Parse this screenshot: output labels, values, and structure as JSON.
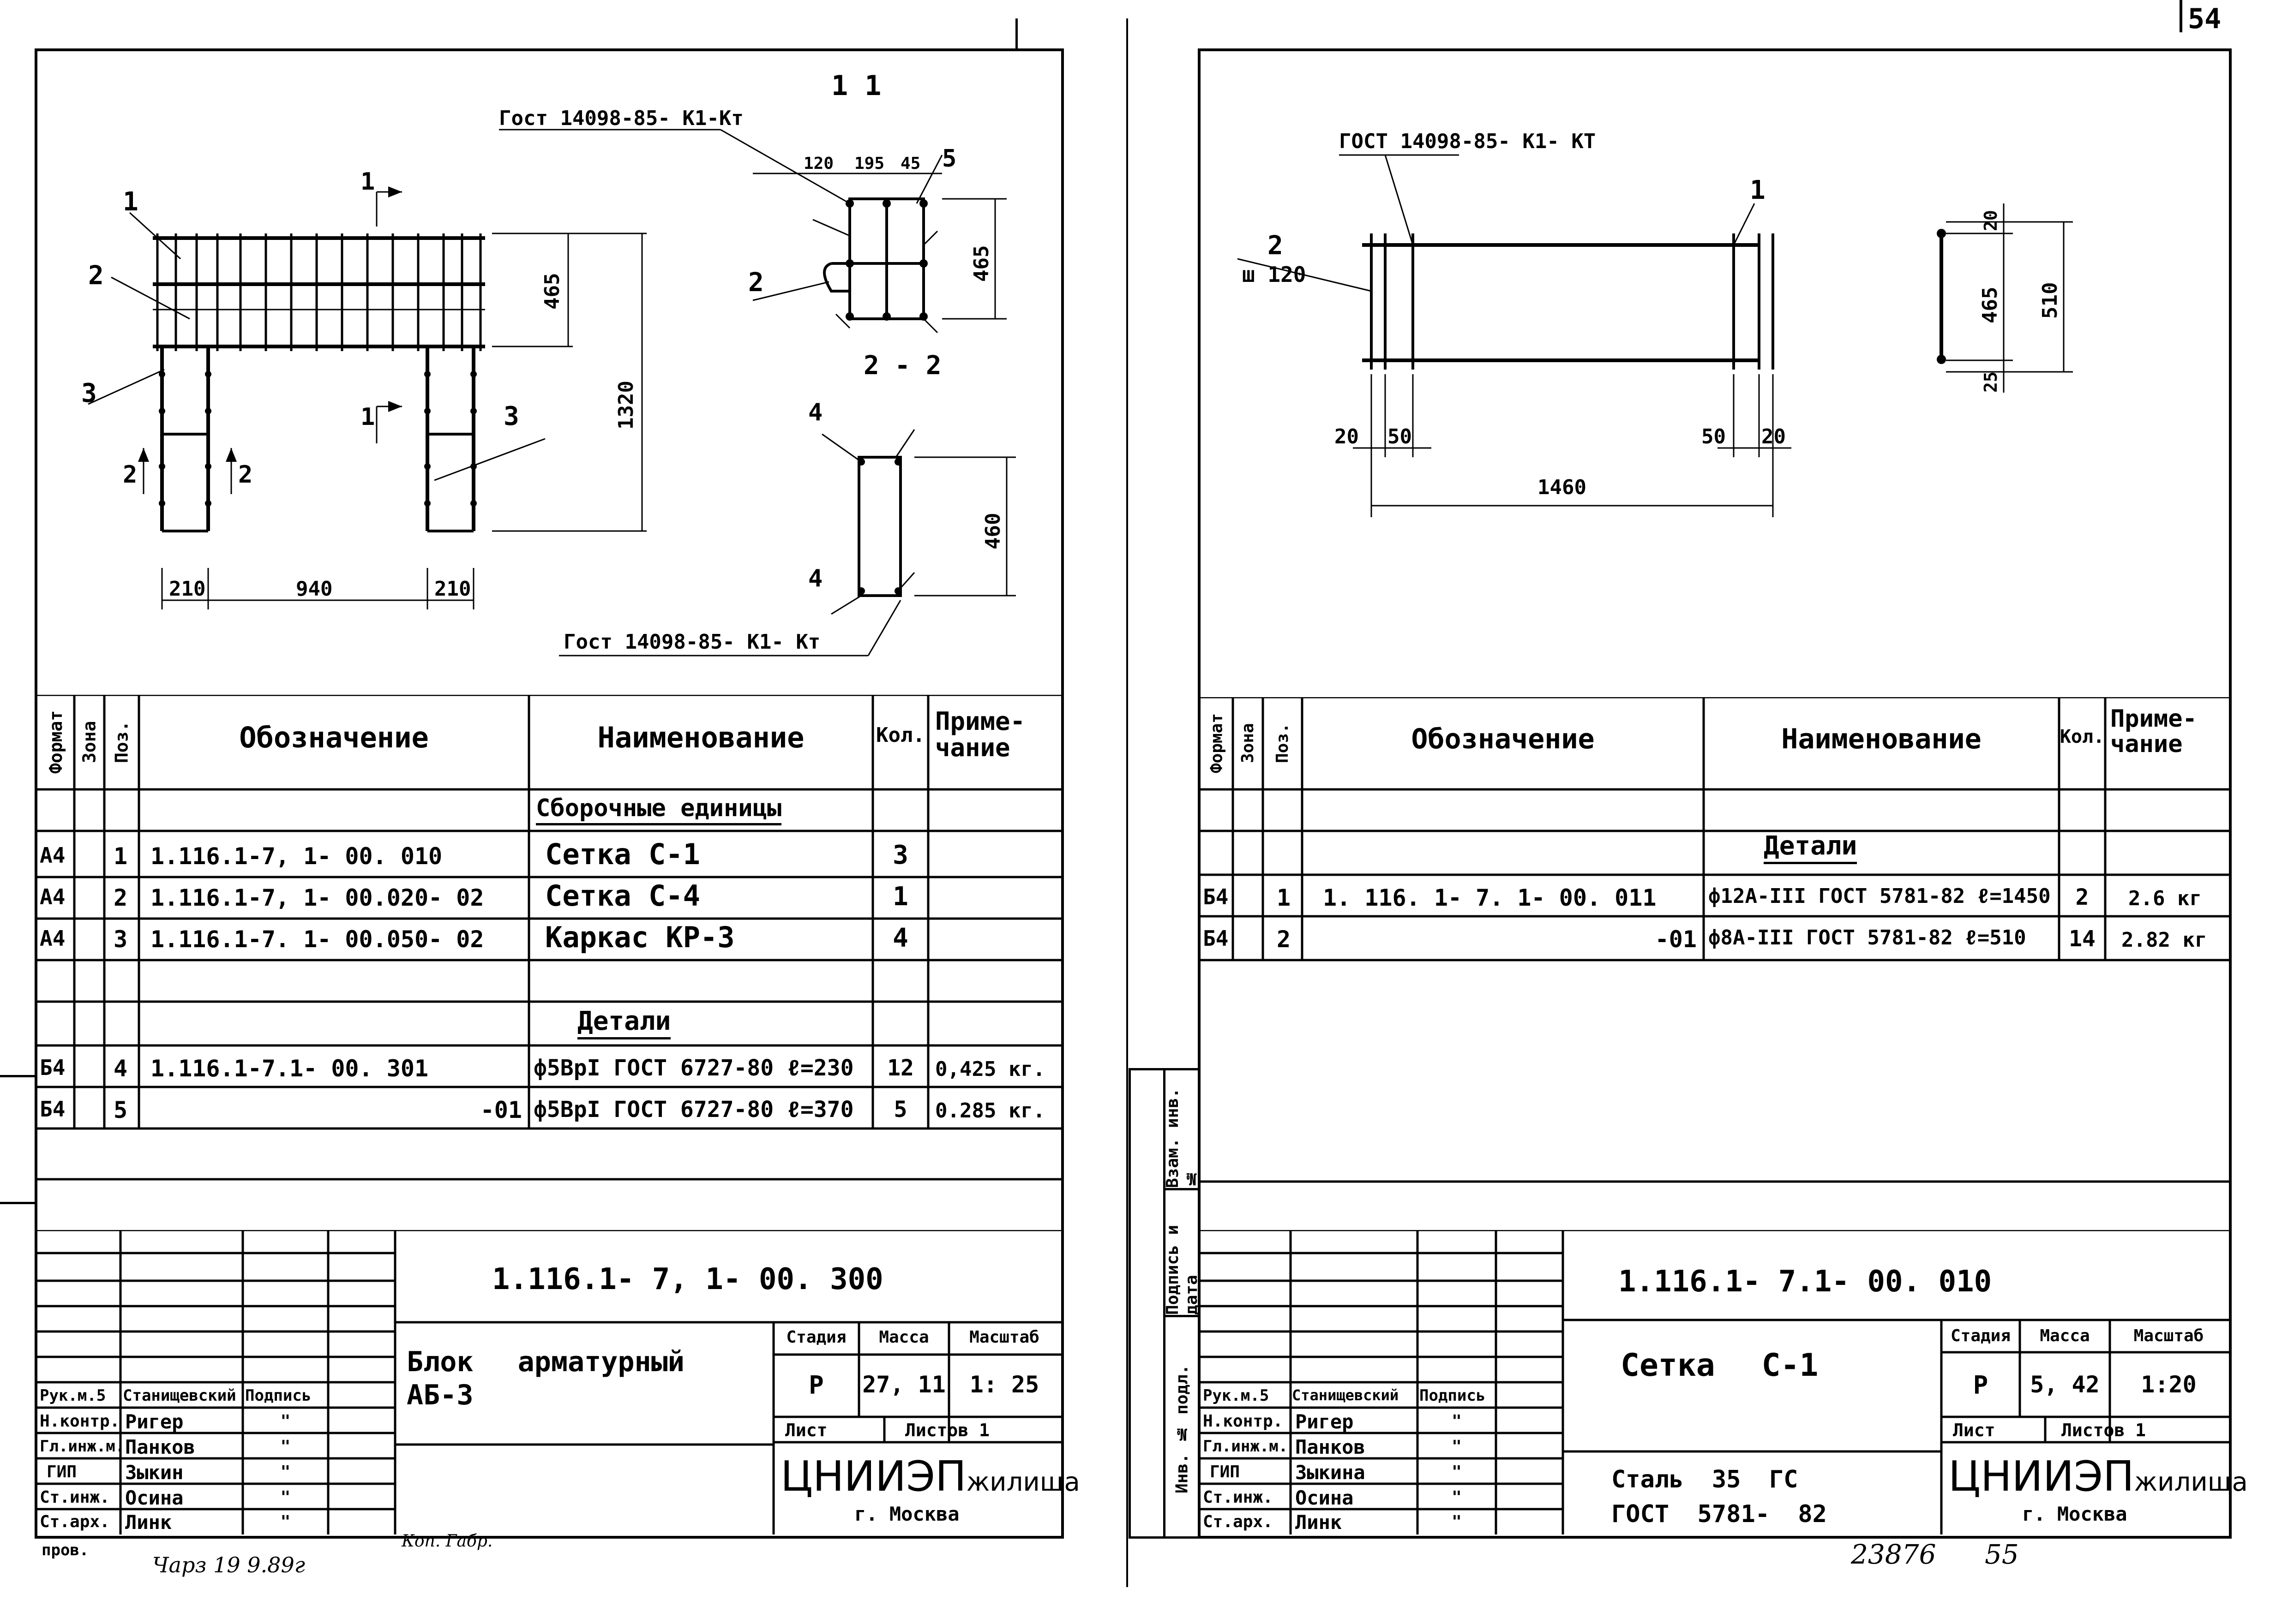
{
  "page_number": "54",
  "archive_number": "23876",
  "next_page": "55",
  "left": {
    "drawing": {
      "gost_top": "Гост 14098-85- К1-Кт",
      "gost_bottom": "Гост 14098-85- К1- Кт",
      "section_1": "1 1",
      "section_2": "2 - 2",
      "cut_1": "1",
      "cut_2": "2",
      "pos": [
        "1",
        "2",
        "3",
        "4",
        "5"
      ],
      "dims": [
        "465",
        "1320",
        "210",
        "940",
        "210",
        "120",
        "195",
        "45",
        "465",
        "460"
      ]
    },
    "headers": {
      "format": "Формат",
      "zone": "Зона",
      "pos": "Поз.",
      "designation": "Обозначение",
      "name": "Наименование",
      "qty": "Кол.",
      "note": "Приме- чание"
    },
    "rows": [
      {
        "format": "",
        "pos": "",
        "designation": "",
        "name": "Сборочные единицы",
        "qty": "",
        "note": "",
        "heading": true
      },
      {
        "format": "А4",
        "pos": "1",
        "designation": "1.116.1-7, 1- 00. 010",
        "name": "Сетка С-1",
        "qty": "3",
        "note": ""
      },
      {
        "format": "А4",
        "pos": "2",
        "designation": "1.116.1-7, 1- 00.020- 02",
        "name": "Сетка С-4",
        "qty": "1",
        "note": ""
      },
      {
        "format": "А4",
        "pos": "3",
        "designation": "1.116.1-7. 1- 00.050- 02",
        "name": "Каркас КР-3",
        "qty": "4",
        "note": ""
      },
      {
        "format": "",
        "pos": "",
        "designation": "",
        "name": "Детали",
        "qty": "",
        "note": "",
        "heading": true
      },
      {
        "format": "Б4",
        "pos": "4",
        "designation": "1.116.1-7.1- 00. 301",
        "name": "ф5ВрI ГОСТ 6727-80 ℓ=230",
        "qty": "12",
        "note": "0,425 кг."
      },
      {
        "format": "Б4",
        "pos": "5",
        "designation": "-01",
        "name": "ф5ВрI ГОСТ 6727-80 ℓ=370",
        "qty": "5",
        "note": "0.285 кг."
      }
    ],
    "stamp": {
      "doc_code": "1.116.1- 7, 1- 00. 300",
      "title": "Блок арматурный АБ-3",
      "stage_label": "Стадия",
      "mass_label": "Масса",
      "scale_label": "Масштаб",
      "stage": "Р",
      "mass": "27, 11",
      "scale": "1: 25",
      "sheet_label": "Лист",
      "sheets_label": "Листов 1",
      "org": "ЦНИИЭП",
      "org_suffix": "жилища",
      "city": "г. Москва",
      "people": [
        {
          "role": "Рук.м.5",
          "name": "Станищевский",
          "sign": "Подпись"
        },
        {
          "role": "Н.контр.",
          "name": "Ригер",
          "sign": "\""
        },
        {
          "role": "Гл.инж.м.",
          "name": "Панков",
          "sign": "\""
        },
        {
          "role": "ГИП",
          "name": "Зыкин",
          "sign": "\""
        },
        {
          "role": "Ст.инж.",
          "name": "Осина",
          "sign": "\""
        },
        {
          "role": "Ст.арх.",
          "name": "Линк",
          "sign": "\""
        }
      ],
      "below": "пров.",
      "handwritten": "Чарз 19 9.89г",
      "kop": "Коп. Габр."
    }
  },
  "right": {
    "drawing": {
      "gost": "ГОСТ 14098-85- К1- КТ",
      "pos": [
        "1",
        "2"
      ],
      "step": "ш 120",
      "dims": [
        "20",
        "50",
        "50",
        "20",
        "1460",
        "20",
        "465",
        "25",
        "510"
      ]
    },
    "headers": {
      "format": "Формат",
      "zone": "Зона",
      "pos": "Поз.",
      "designation": "Обозначение",
      "name": "Наименование",
      "qty": "Кол.",
      "note": "Приме- чание"
    },
    "rows": [
      {
        "format": "",
        "pos": "",
        "designation": "",
        "name": "Детали",
        "qty": "",
        "note": "",
        "heading": true
      },
      {
        "format": "Б4",
        "pos": "1",
        "designation": "1. 116. 1- 7. 1- 00. 011",
        "name": "ф12А-III ГОСТ 5781-82 ℓ=1450",
        "qty": "2",
        "note": "2.6 кг"
      },
      {
        "format": "Б4",
        "pos": "2",
        "designation": "-01",
        "name": "ф8А-III ГОСТ 5781-82 ℓ=510",
        "qty": "14",
        "note": "2.82 кг"
      }
    ],
    "side_labels": [
      "Инв. № подл.",
      "Подпись и дата",
      "Взам. инв. №"
    ],
    "stamp": {
      "doc_code": "1.116.1- 7.1- 00. 010",
      "title": "Сетка С-1",
      "material_1": "Сталь 35 ГС",
      "material_2": "ГОСТ 5781- 82",
      "stage_label": "Стадия",
      "mass_label": "Масса",
      "scale_label": "Масштаб",
      "stage": "Р",
      "mass": "5, 42",
      "scale": "1:20",
      "sheet_label": "Лист",
      "sheets_label": "Листов 1",
      "org": "ЦНИИЭП",
      "org_suffix": "жилища",
      "city": "г. Москва",
      "people": [
        {
          "role": "Рук.м.5",
          "name": "Станищевский",
          "sign": "Подпись"
        },
        {
          "role": "Н.контр.",
          "name": "Ригер",
          "sign": "\""
        },
        {
          "role": "Гл.инж.м.",
          "name": "Панков",
          "sign": "\""
        },
        {
          "role": "ГИП",
          "name": "Зыкина",
          "sign": "\""
        },
        {
          "role": "Ст.инж.",
          "name": "Осина",
          "sign": "\""
        },
        {
          "role": "Ст.арх.",
          "name": "Линк",
          "sign": "\""
        }
      ]
    }
  }
}
